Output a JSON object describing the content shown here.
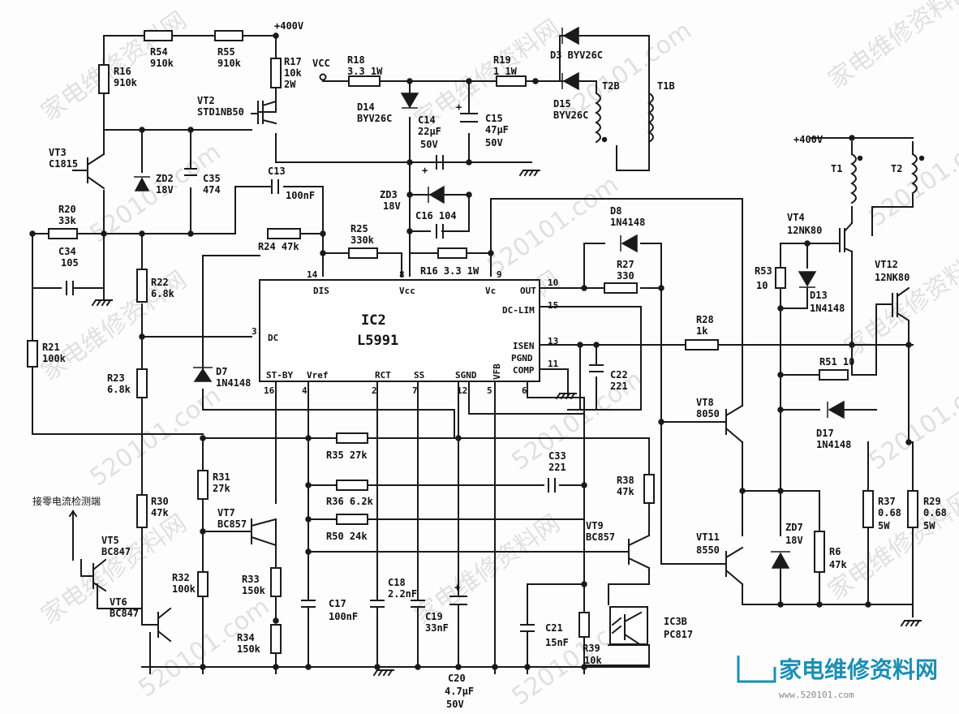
{
  "chip": {
    "ref": "IC2",
    "part": "L5991",
    "pins": {
      "dis": "DIS",
      "vcc": "Vcc",
      "vc": "Vc",
      "out": "OUT",
      "dclim": "DC-LIM",
      "isen": "ISEN",
      "pgnd": "PGND",
      "comp": "COMP",
      "dc": "DC",
      "stby": "ST-BY",
      "vref": "Vref",
      "rct": "RCT",
      "ss": "SS",
      "sgnd": "SGND",
      "vfb": "VFB"
    },
    "pinnums": {
      "p14": "14",
      "p8": "8",
      "p9": "9",
      "p10": "10",
      "p15": "15",
      "p13": "13",
      "p11": "11",
      "p3": "3",
      "p16": "16",
      "p4": "4",
      "p2": "2",
      "p7": "7",
      "p12": "12",
      "p5": "5",
      "p6": "6"
    }
  },
  "supply": {
    "v400a": "+400V",
    "v400b": "+400V",
    "vcc": "VCC"
  },
  "labels": {
    "r54": "R54",
    "r54v": "910k",
    "r55": "R55",
    "r55v": "910k",
    "r16a": "R16",
    "r16av": "910k",
    "r17": "R17",
    "r17v": "10k",
    "r17p": "2W",
    "vt2": "VT2",
    "vt2p": "STD1NB50",
    "vt3": "VT3",
    "vt3p": "C1815",
    "zd2": "ZD2",
    "zd2v": "18V",
    "c35": "C35",
    "c35v": "474",
    "c13": "C13",
    "c13v": "100nF",
    "r20": "R20",
    "r20v": "33k",
    "r24": "R24 47k",
    "c34": "C34",
    "c34v": "105",
    "r18": "R18",
    "r18v": "3.3 1W",
    "r19": "R19",
    "r19v": "1 1W",
    "d14": "D14",
    "d14p": "BYV26C",
    "c14": "C14",
    "c14v": "22μF",
    "c14u": "50V",
    "c15": "C15",
    "c15v": "47μF",
    "c15u": "50V",
    "d3": "D3 BYV26C",
    "d15": "D15",
    "d15p": "BYV26C",
    "t2b": "T2B",
    "t1b": "T1B",
    "zd3": "ZD3",
    "zd3v": "18V",
    "c16": "C16 104",
    "r25": "R25",
    "r25v": "330k",
    "r16b": "R16 3.3 1W",
    "d8": "D8",
    "d8p": "1N4148",
    "r27": "R27",
    "r27v": "330",
    "r28": "R28",
    "r28v": "1k",
    "c22": "C22",
    "c22v": "221",
    "r22": "R22",
    "r22v": "6.8k",
    "r21": "R21",
    "r21v": "100k",
    "d7": "D7",
    "d7p": "1N4148",
    "r23": "R23",
    "r23v": "6.8k",
    "r35": "R35 27k",
    "r36": "R36 6.2k",
    "r50": "R50 24k",
    "c33": "C33",
    "c33v": "221",
    "r31": "R31",
    "r31v": "27k",
    "vt7": "VT7",
    "vt7p": "BC857",
    "r38": "R38",
    "r38v": "47k",
    "vt9": "VT9",
    "vt9p": "BC857",
    "r30": "R30",
    "r30v": "47k",
    "vt5": "VT5",
    "vt5p": "BC847",
    "vt6": "VT6",
    "vt6p": "BC847",
    "r32": "R32",
    "r32v": "100k",
    "r33": "R33",
    "r33v": "150k",
    "r34": "R34",
    "r34v": "150k",
    "c17": "C17",
    "c17v": "100nF",
    "c18": "C18",
    "c18v": "2.2nF",
    "c19": "C19",
    "c19v": "33nF",
    "c20": "C20",
    "c20v": "4.7μF",
    "c20u": "50V",
    "c21": "C21",
    "c21v": "15nF",
    "r39": "R39",
    "r39v": "10k",
    "ic3": "IC3B",
    "ic3p": "PC817",
    "vt4": "VT4",
    "vt4p": "12NK80",
    "t1": "T1",
    "t2": "T2",
    "r53": "R53",
    "r53v": "10",
    "d13": "D13",
    "d13p": "1N4148",
    "vt12": "VT12",
    "vt12p": "12NK80",
    "r51": "R51 10",
    "d17": "D17",
    "d17p": "1N4148",
    "vt8": "VT8",
    "vt8p": "8050",
    "vt11": "VT11",
    "vt11p": "8550",
    "zd7": "ZD7",
    "zd7v": "18V",
    "r6": "R6",
    "r6v": "47k",
    "r37": "R37",
    "r37v": "0.68",
    "r37u": "5W",
    "r29": "R29",
    "r29v": "0.68",
    "r29u": "5W",
    "zero": "接零电流检测端"
  },
  "watermark": {
    "cn": "家电维修资料网",
    "num": "520101.com",
    "logo": "家电维修资料网",
    "url": "www.520101.com"
  }
}
